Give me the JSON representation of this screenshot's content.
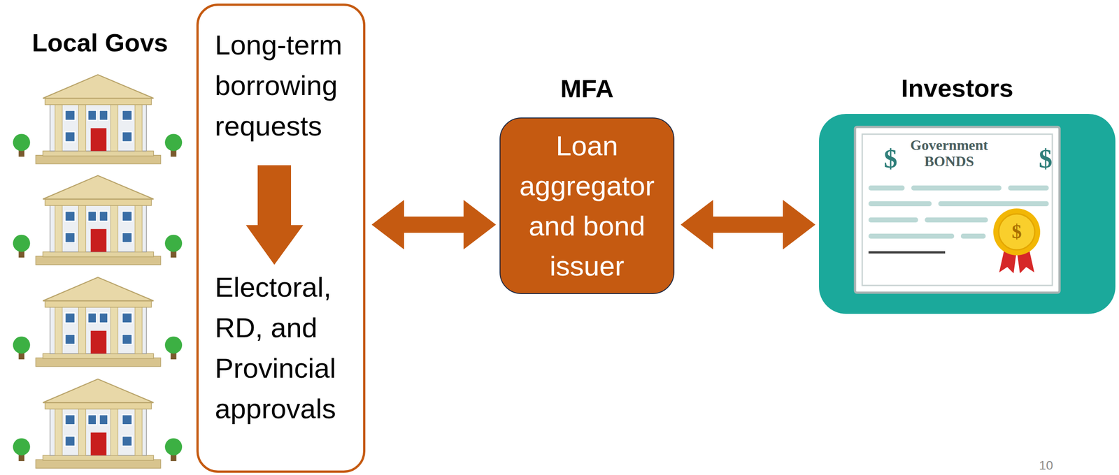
{
  "diagram": {
    "nodes": [
      {
        "text": [
          "Long-term borrowing requests",
          "Electoral, RD, and Provincial approvals"
        ]
      },
      {
        "text": [
          "MFA",
          "Loan aggregator and bond issuer"
        ]
      },
      {
        "text": [
          "Investors",
          "Government BONDS"
        ]
      }
    ],
    "edges": [
      {
        "from": 0,
        "to": 1,
        "arrow": "both"
      },
      {
        "from": 1,
        "to": 2,
        "arrow": "both"
      }
    ],
    "labels": [
      "Local Govs",
      "$",
      "$",
      "$",
      "10"
    ]
  }
}
